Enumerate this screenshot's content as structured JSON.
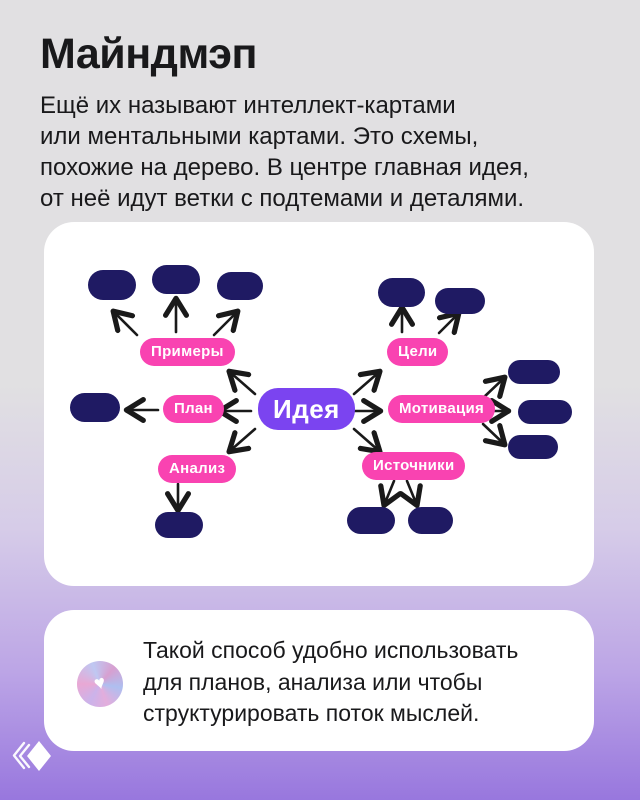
{
  "header": {
    "title": "Майндмэп",
    "description_lines": [
      "Ещё их называют интеллект-картами",
      "или ментальными картами. Это схемы,",
      "похожие на дерево. В центре главная идея,",
      "от неё идут ветки с подтемами и деталями."
    ]
  },
  "mindmap": {
    "center_label": "Идея",
    "branch_labels": {
      "primery": "Примеры",
      "plan": "План",
      "analiz": "Анализ",
      "tseli": "Цели",
      "motivatsiya": "Мотивация",
      "istochniki": "Источники"
    }
  },
  "note": {
    "lines": [
      "Такой способ удобно использовать",
      "для планов, анализа или чтобы",
      "структурировать поток мыслей."
    ],
    "icon": "donut-heart-sticker"
  },
  "colors": {
    "background_top": "#E1E0E2",
    "background_bottom": "#9877DE",
    "card": "#FFFFFF",
    "leaf_node": "#1F1A63",
    "branch_node": "#F943B1",
    "center_node": "#7B44F0",
    "text": "#19191B",
    "arrow": "#1A1A1A"
  }
}
